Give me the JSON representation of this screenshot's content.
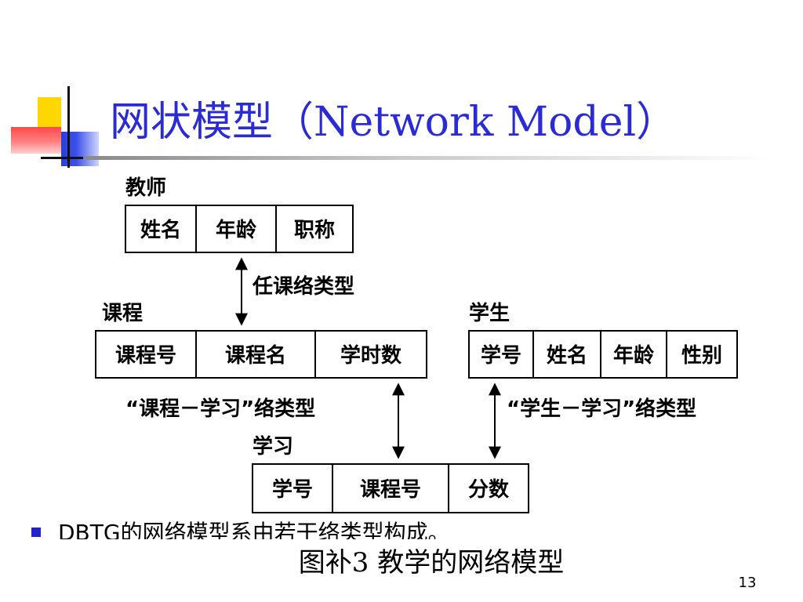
{
  "slide": {
    "title": "网状模型（Network Model）",
    "bullet": "DBTG的网络模型系由若干络类型构成。",
    "caption": "图补3  教学的网络模型",
    "page_number": "13"
  },
  "diagram": {
    "teacher": {
      "label": "教师",
      "fields": [
        "姓名",
        "年龄",
        "职称"
      ]
    },
    "course": {
      "label": "课程",
      "fields": [
        "课程号",
        "课程名",
        "学时数"
      ]
    },
    "student": {
      "label": "学生",
      "fields": [
        "学号",
        "姓名",
        "年龄",
        "性别"
      ]
    },
    "study": {
      "label": "学习",
      "fields": [
        "学号",
        "课程号",
        "分数"
      ]
    },
    "relations": {
      "teach": "任课络类型",
      "course_study": "“课程－学习”络类型",
      "student_study": "“学生－学习”络类型"
    }
  }
}
